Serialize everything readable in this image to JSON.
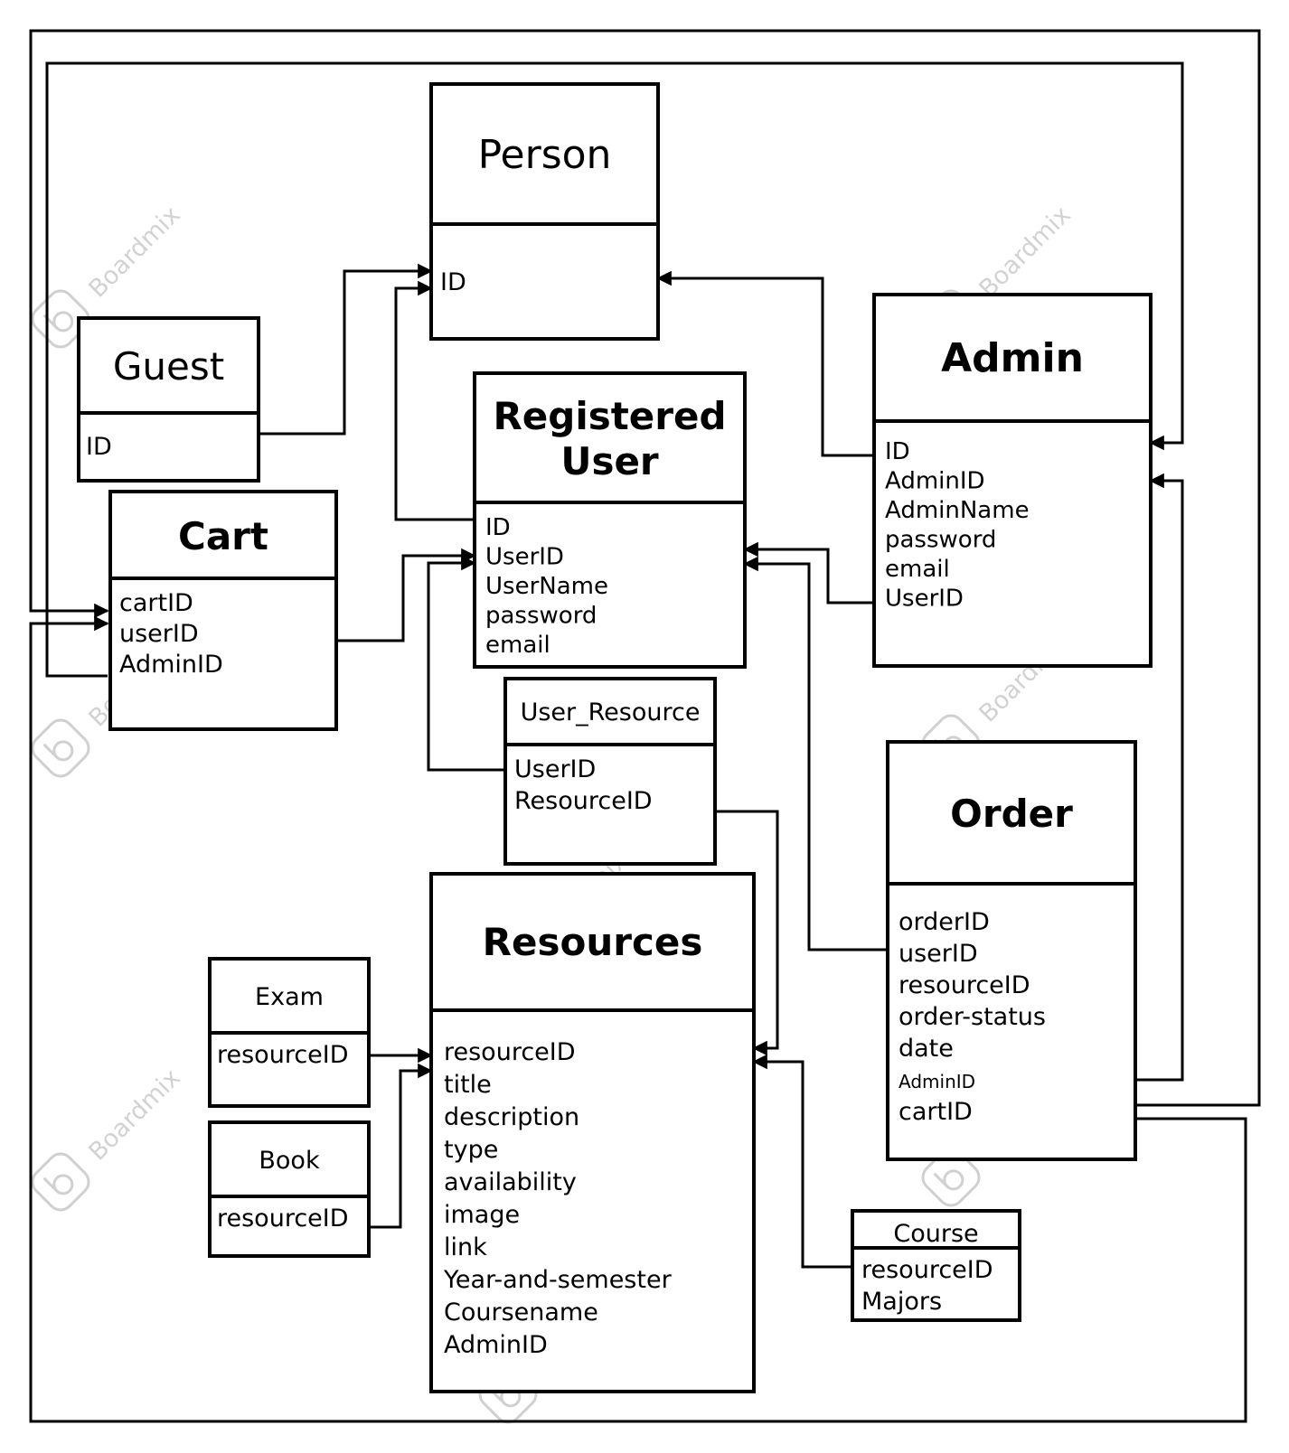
{
  "watermark": {
    "text": "Boardmix"
  },
  "entities": {
    "person": {
      "title": "Person",
      "fields": [
        "ID"
      ]
    },
    "guest": {
      "title": "Guest",
      "fields": [
        "ID"
      ]
    },
    "registered": {
      "title_lines": [
        "Registered",
        "User"
      ],
      "fields": [
        "ID",
        "UserID",
        "UserName",
        "password",
        "email"
      ]
    },
    "admin": {
      "title": "Admin",
      "fields": [
        "ID",
        "AdminID",
        "AdminName",
        "password",
        "email",
        "UserID"
      ]
    },
    "cart": {
      "title": "Cart",
      "fields": [
        "cartID",
        "userID",
        "AdminID"
      ]
    },
    "user_resource": {
      "title": "User_Resource",
      "fields": [
        "UserID",
        "ResourceID"
      ]
    },
    "order": {
      "title": "Order",
      "fields": [
        "orderID",
        "userID",
        "resourceID",
        "order-status",
        "date",
        "AdminID",
        "cartID"
      ]
    },
    "resources": {
      "title": "Resources",
      "fields": [
        "resourceID",
        "title",
        "description",
        "type",
        "availability",
        "image",
        "link",
        "Year-and-semester",
        "Coursename",
        "AdminID"
      ]
    },
    "exam": {
      "title": "Exam",
      "fields": [
        "resourceID"
      ]
    },
    "book": {
      "title": "Book",
      "fields": [
        "resourceID"
      ]
    },
    "course": {
      "title": "Course",
      "fields": [
        "resourceID",
        "Majors"
      ]
    }
  }
}
